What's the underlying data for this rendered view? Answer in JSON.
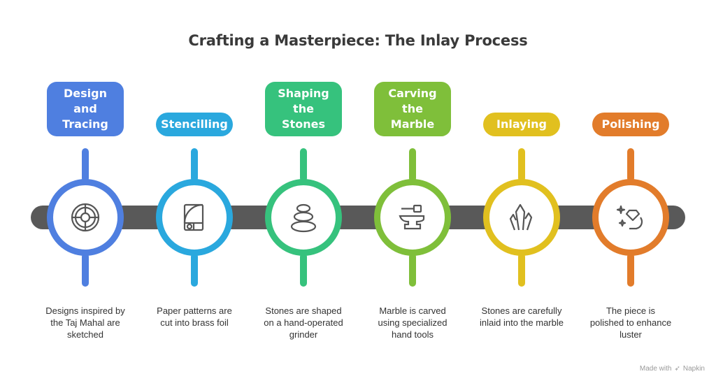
{
  "title": "Crafting a Masterpiece: The Inlay Process",
  "colors": {
    "track": "#595959",
    "blue": "#4f7fe0",
    "cyan": "#2aa8de",
    "green": "#36c27d",
    "lime": "#7fbf3a",
    "yellow": "#e1c01f",
    "orange": "#e27c2b"
  },
  "steps": [
    {
      "label": "Design\nand\nTracing",
      "description": "Designs inspired by\nthe Taj Mahal are\nsketched",
      "icon": "inlay-medallion-icon"
    },
    {
      "label": "Stencilling",
      "description": "Paper patterns are\ncut into brass foil",
      "icon": "golden-spiral-icon"
    },
    {
      "label": "Shaping\nthe\nStones",
      "description": "Stones are shaped\non a hand-operated\ngrinder",
      "icon": "stacked-stones-icon"
    },
    {
      "label": "Carving\nthe\nMarble",
      "description": "Marble is carved\nusing specialized\nhand tools",
      "icon": "anvil-hammer-icon"
    },
    {
      "label": "Inlaying",
      "description": "Stones are carefully\ninlaid into the marble",
      "icon": "crystals-icon"
    },
    {
      "label": "Polishing",
      "description": "The piece is\npolished to enhance\nluster",
      "icon": "polish-gem-hand-icon"
    }
  ],
  "watermark": {
    "text": "Made with",
    "brand": "Napkin"
  }
}
